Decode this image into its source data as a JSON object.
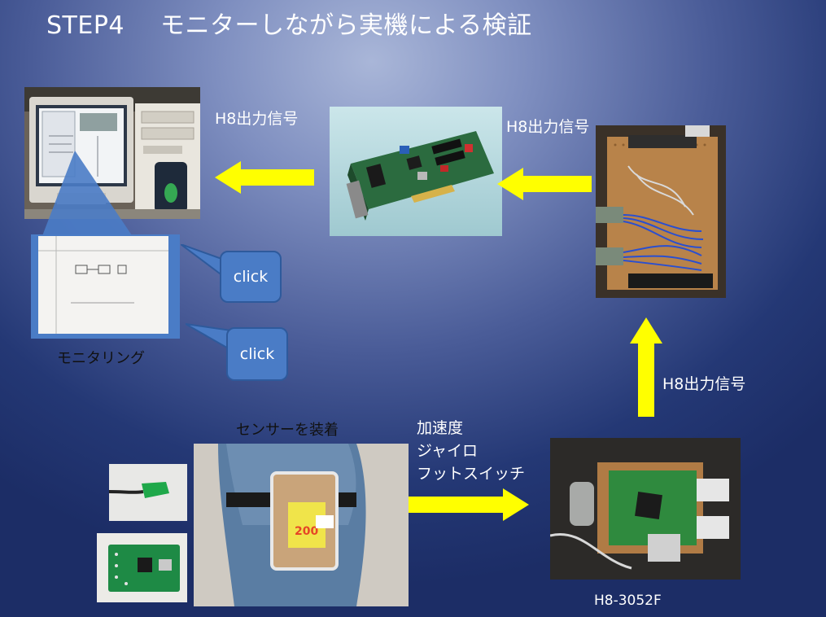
{
  "slide": {
    "title_step": "STEP4",
    "title_text": "モニターしながら実機による検証",
    "labels": {
      "h8_out_1": "H8出力信号",
      "h8_out_2": "H8出力信号",
      "h8_out_3": "H8出力信号",
      "monitoring": "モニタリング",
      "sensor_attach": "センサーを装着",
      "signals": [
        "加速度",
        "ジャイロ",
        "フットスイッチ"
      ],
      "board_name": "H8-3052F"
    },
    "callouts": [
      "click",
      "click"
    ],
    "colors": {
      "arrow": "#ffff00",
      "callout_fill": "#4a7cc6",
      "callout_border": "#2e5a9c",
      "monitor_panel": "#4a7cc6"
    }
  }
}
